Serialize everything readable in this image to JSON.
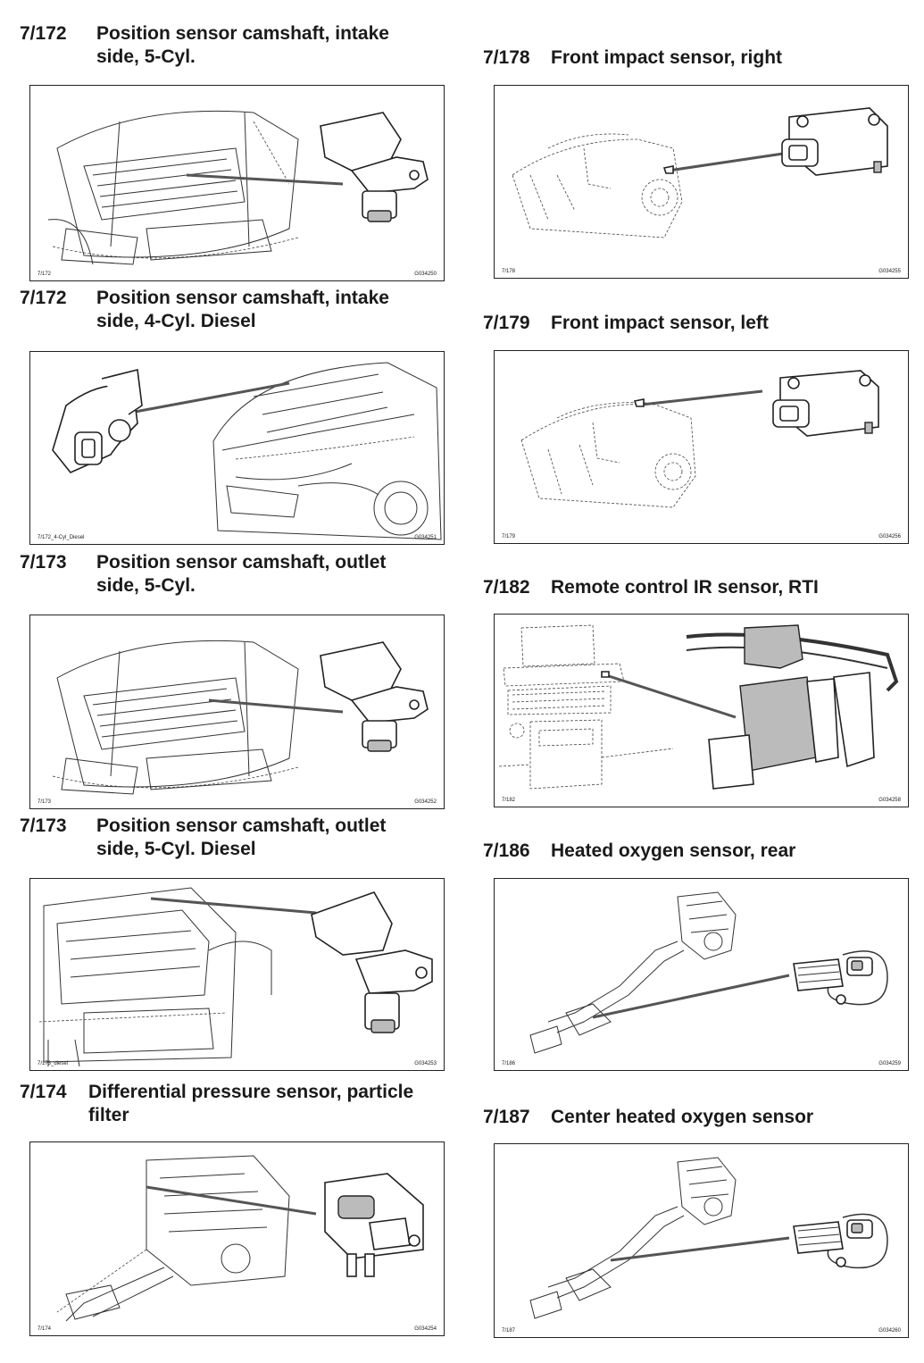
{
  "items": [
    {
      "code": "7/172",
      "title_line1": "Position sensor camshaft, intake",
      "title_line2": "side, 5-Cyl.",
      "fig_id": "7/172",
      "g_id": "G034250"
    },
    {
      "code": "7/172",
      "title_line1": "Position sensor camshaft, intake",
      "title_line2": "side, 4-Cyl. Diesel",
      "fig_id": "7/172_4-Cyl_Diesel",
      "g_id": "G034251"
    },
    {
      "code": "7/173",
      "title_line1": "Position sensor camshaft, outlet",
      "title_line2": "side, 5-Cyl.",
      "fig_id": "7/173",
      "g_id": "G034252"
    },
    {
      "code": "7/173",
      "title_line1": "Position sensor camshaft, outlet",
      "title_line2": "side, 5-Cyl. Diesel",
      "fig_id": "7/173_diesel",
      "g_id": "G034253"
    },
    {
      "code": "7/174",
      "title_line1": "Differential pressure sensor, particle",
      "title_line2": "filter",
      "fig_id": "7/174",
      "g_id": "G034254"
    },
    {
      "code": "7/178",
      "title_line1": "Front impact sensor, right",
      "title_line2": "",
      "fig_id": "7/178",
      "g_id": "G034255"
    },
    {
      "code": "7/179",
      "title_line1": "Front impact sensor, left",
      "title_line2": "",
      "fig_id": "7/179",
      "g_id": "G034256"
    },
    {
      "code": "7/182",
      "title_line1": "Remote control IR sensor, RTI",
      "title_line2": "",
      "fig_id": "7/182",
      "g_id": "G034258"
    },
    {
      "code": "7/186",
      "title_line1": "Heated oxygen sensor, rear",
      "title_line2": "",
      "fig_id": "7/186",
      "g_id": "G034259"
    },
    {
      "code": "7/187",
      "title_line1": "Center heated oxygen sensor",
      "title_line2": "",
      "fig_id": "7/187",
      "g_id": "G034260"
    }
  ]
}
